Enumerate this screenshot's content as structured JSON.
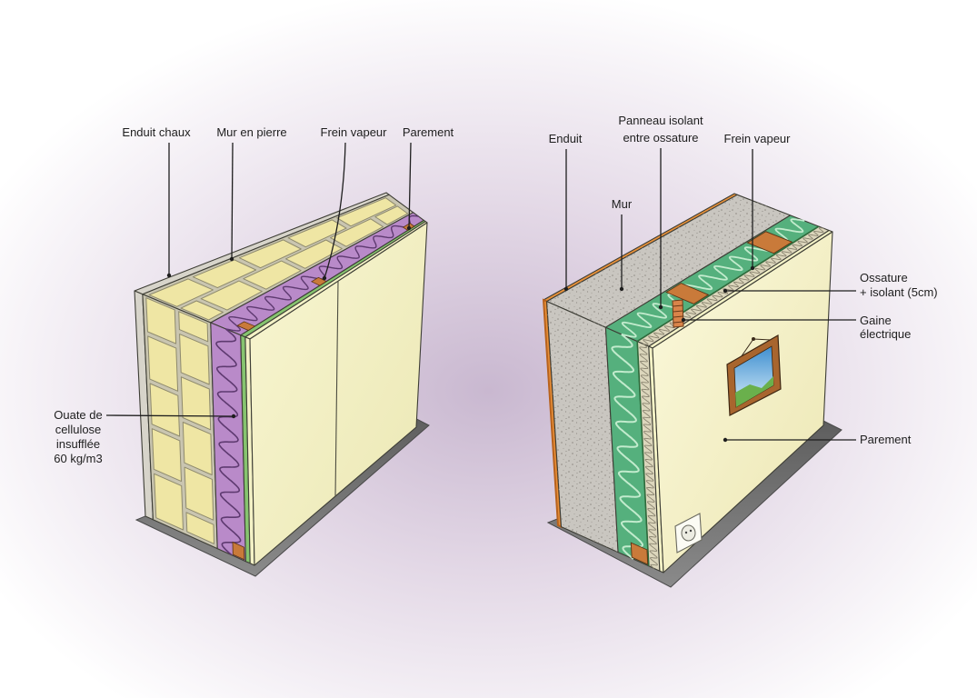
{
  "diagram": {
    "left_wall": {
      "labels": {
        "enduit_chaux": "Enduit chaux",
        "mur_en_pierre": "Mur en pierre",
        "frein_vapeur": "Frein vapeur",
        "parement": "Parement",
        "ouate": [
          "Ouate de",
          "cellulose",
          "insufflée",
          "60 kg/m3"
        ]
      }
    },
    "right_wall": {
      "labels": {
        "enduit": "Enduit",
        "panneau_isolant": [
          "Panneau isolant",
          "entre ossature"
        ],
        "frein_vapeur": "Frein vapeur",
        "mur": "Mur",
        "ossature": [
          "Ossature",
          "+ isolant (5cm)"
        ],
        "gaine": [
          "Gaine",
          "électrique"
        ],
        "parement": "Parement"
      }
    }
  },
  "colors": {
    "background_center": "#c9b8d0",
    "enduit_chaux": "#d7d4ca",
    "stone": "#efe6a4",
    "mortar": "#c9c5b0",
    "ouate": "#b98ac9",
    "ouate_line": "#5e3a70",
    "frein_vapeur": "#86c46f",
    "parement": "#f4f2c6",
    "enduit": "#e8913a",
    "mur": "#c9c6c0",
    "panneau_isolant": "#55b07d",
    "panneau_line": "#c2ebcd",
    "ossature": "#dcd6bc",
    "wood": "#c97a3a",
    "gaine": "#d9844a",
    "shadow": "#6e6e6e"
  }
}
